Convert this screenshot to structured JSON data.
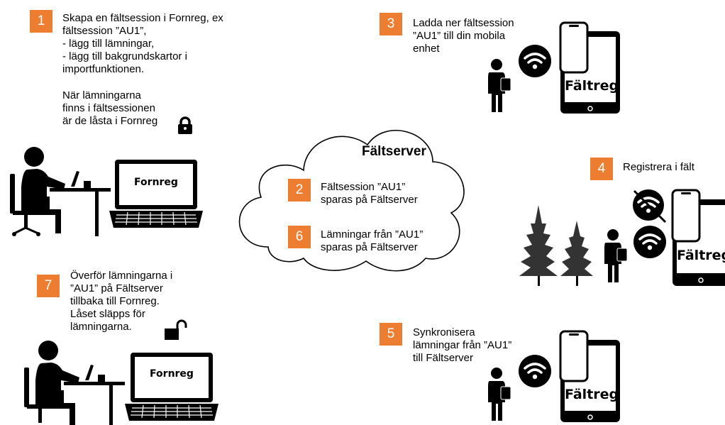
{
  "steps": [
    {
      "number": "1",
      "text": "Skapa en fältsession i Fornreg, ex\nfältsession ”AU1”,\n- lägg till lämningar,\n- lägg till bakgrundskartor i\nimportfunktionen."
    },
    {
      "number": "2",
      "text": "Fältsession ”AU1”\nsparas på Fältserver"
    },
    {
      "number": "3",
      "text": "Ladda ner fältsession\n”AU1” till din mobila\nenhet"
    },
    {
      "number": "4",
      "text": "Registrera i fält"
    },
    {
      "number": "5",
      "text": "Synkronisera\nlämningar från ”AU1”\ntill Fältserver"
    },
    {
      "number": "6",
      "text": "Lämningar från ”AU1”\nsparas på Fältserver"
    },
    {
      "number": "7",
      "text": "Överför lämningarna i\n”AU1” på Fältserver\ntillbaka till Fornreg.\nLåset släpps för\nlämningarna."
    }
  ],
  "lock_note": "När lämningarna\nfinns i fältsessionen\när de låsta i Fornreg",
  "cloud_title": "Fältserver",
  "laptop_label": "Fornreg",
  "device_label": "Fältreg",
  "colors": {
    "badge": "#ed7d31",
    "icon": "#000000"
  }
}
